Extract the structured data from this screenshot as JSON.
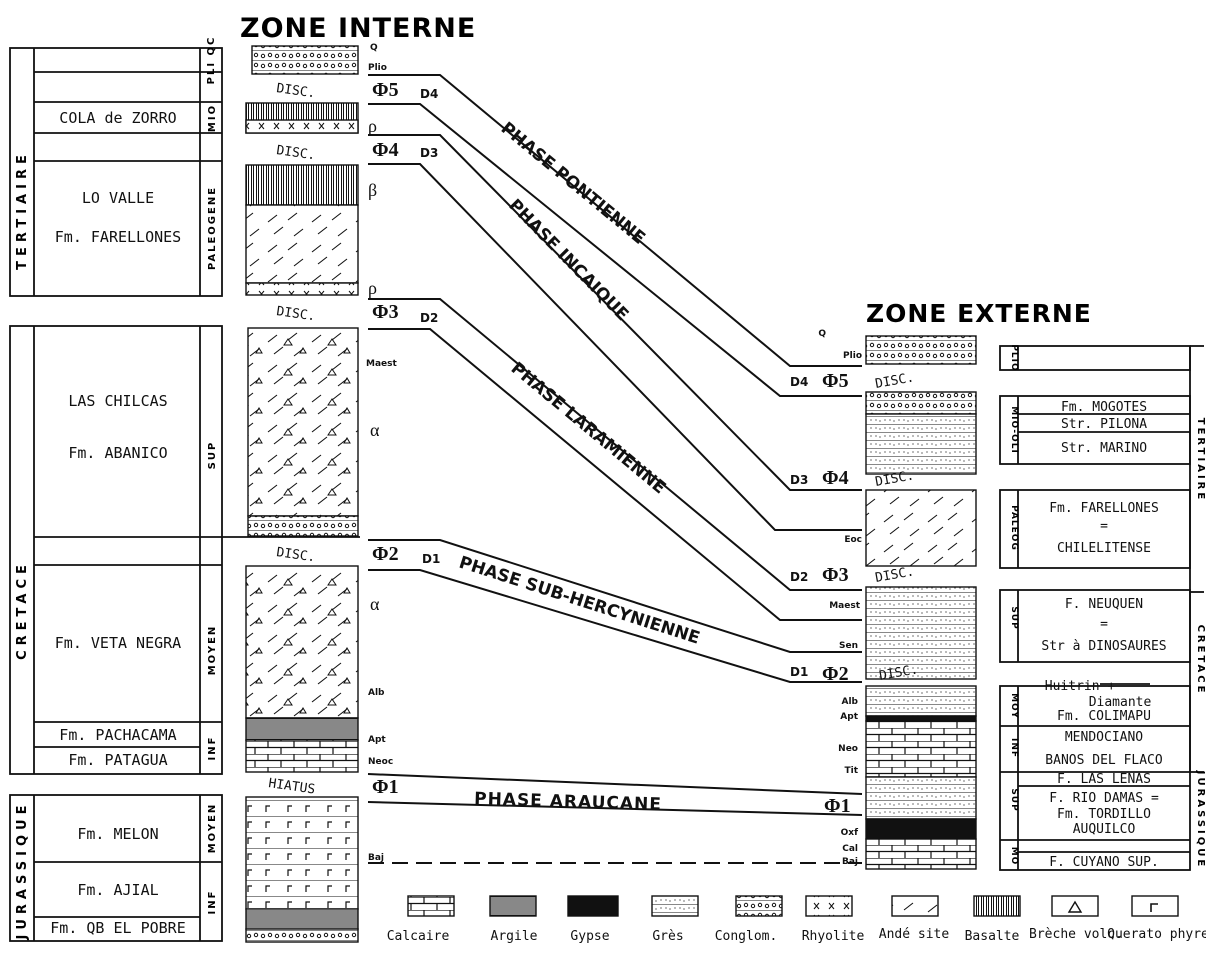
{
  "titles": {
    "internal": "ZONE INTERNE",
    "external": "ZONE EXTERNE"
  },
  "internal": {
    "eras": [
      "TERTIAIRE",
      "CRETACE",
      "JURASSIQUE"
    ],
    "periods": [
      "PLI QC",
      "MIO",
      "PALEOGENE",
      "SUP",
      "MOYEN",
      "INF",
      "MOYEN",
      "INF"
    ],
    "formations": [
      "COLA de ZORRO",
      "LO VALLE",
      "Fm. FARELLONES",
      "LAS CHILCAS",
      "Fm. ABANICO",
      "Fm. VETA NEGRA",
      "Fm. PACHACAMA",
      "Fm. PATAGUA",
      "Fm. MELON",
      "Fm. AJIAL",
      "Fm. QB EL POBRE"
    ],
    "ages": [
      "Q",
      "Plio",
      "Maest",
      "Alb",
      "Apt",
      "Neoc",
      "Baj"
    ],
    "symbols": [
      "ρ",
      "β",
      "ρ",
      "α",
      "α"
    ],
    "discordances": [
      "DISC.",
      "DISC.",
      "DISC.",
      "DISC.",
      "HIATUS"
    ],
    "phi": [
      "Φ5",
      "Φ4",
      "Φ3",
      "Φ2",
      "Φ1"
    ],
    "d": [
      "D4",
      "D3",
      "D2",
      "D1"
    ]
  },
  "phases": [
    "PHASE PONTIENNE",
    "PHASE INCAIQUE",
    "PHASE LARAMIENNE",
    "PHASE SUB-HERCYNIENNE",
    "PHASE ARAUCANE"
  ],
  "external": {
    "eras": [
      "TERTIAIRE",
      "CRETACE",
      "JURASSIQUE"
    ],
    "periods": [
      "PLIO",
      "MIO-OLI",
      "PALEOG",
      "SUP",
      "MOY",
      "INF",
      "SUP",
      "MO"
    ],
    "formations": [
      "Fm. MOGOTES",
      "Str. PILONA",
      "Str. MARINO",
      "Fm. FARELLONES",
      "=",
      "CHILELITENSE",
      "F. NEUQUEN",
      "=",
      "Str à DINOSAURES",
      "Huitrin +",
      "Diamante",
      "Fm. COLIMAPU",
      "MENDOCIANO",
      "BANOS DEL FLACO",
      "F. LAS LENAS",
      "F. RIO DAMAS =",
      "Fm. TORDILLO",
      "AUQUILCO",
      "F. CUYANO SUP."
    ],
    "ages": [
      "Q",
      "Plio",
      "Eoc",
      "Maest",
      "Sen",
      "Alb",
      "Apt",
      "Neo",
      "Tit",
      "Oxf",
      "Cal",
      "Baj"
    ],
    "discordances": [
      "DISC.",
      "DISC.",
      "DISC.",
      "DISC."
    ],
    "phi": [
      "Φ5",
      "Φ4",
      "Φ3",
      "Φ2",
      "Φ1"
    ],
    "d": [
      "D4",
      "D3",
      "D2",
      "D1"
    ]
  },
  "legend": [
    "Calcaire",
    "Argile",
    "Gypse",
    "Grès",
    "Conglom.",
    "Rhyolite",
    "Andé site",
    "Basalte",
    "Brèche volc.",
    "Querato phyre"
  ]
}
